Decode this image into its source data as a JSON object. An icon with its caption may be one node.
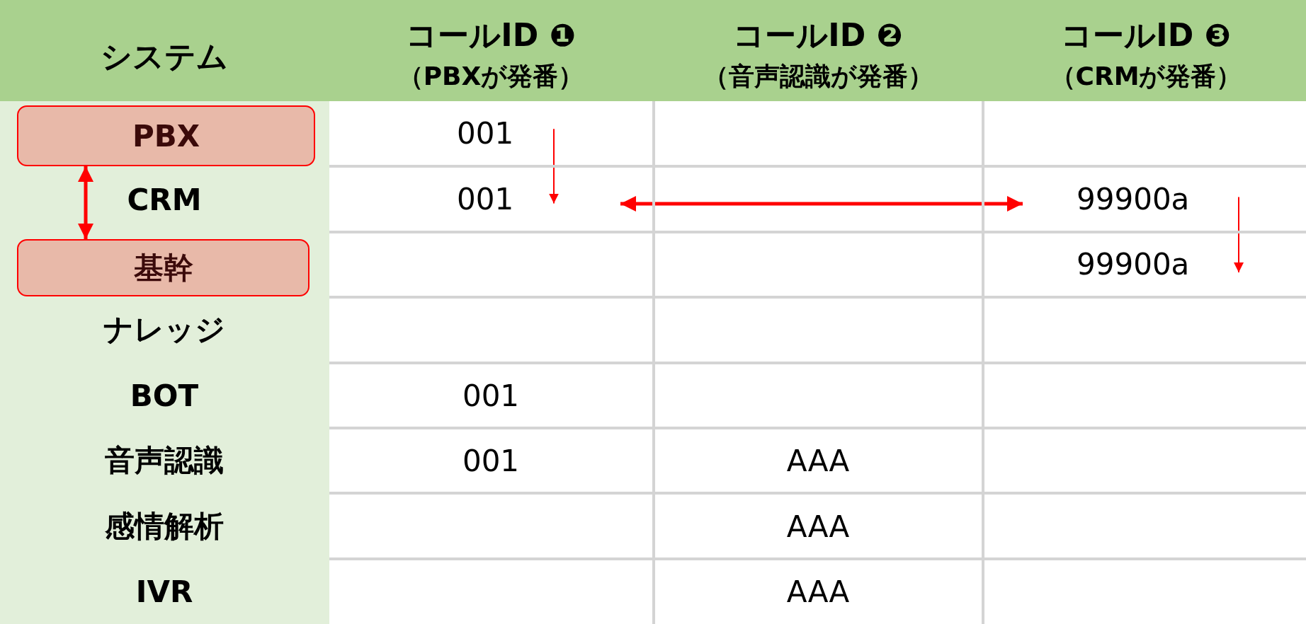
{
  "diagram": {
    "nodes": [
      {
        "text": [
          "PBX"
        ]
      },
      {
        "text": [
          "001"
        ]
      },
      {
        "text": [
          "001"
        ]
      },
      {
        "text": [
          "99900a"
        ]
      },
      {
        "text": [
          "基幹"
        ]
      },
      {
        "text": [
          "99900a"
        ]
      }
    ],
    "edges": [
      {
        "from": 0,
        "to": 4,
        "arrow": "both",
        "style": "thick"
      },
      {
        "from": 1,
        "to": 2,
        "arrow": "to"
      },
      {
        "from": 2,
        "to": 3,
        "arrow": "both",
        "style": "thick"
      },
      {
        "from": 3,
        "to": 5,
        "arrow": "to"
      }
    ],
    "labels": [
      "システム",
      "コールID ❶",
      "（PBXが発番）",
      "コールID ❷",
      "（音声認識が発番）",
      "コールID ❸",
      "（CRMが発番）",
      "CRM",
      "ナレッジ",
      "BOT",
      "001",
      "音声認識",
      "001",
      "AAA",
      "感情解析",
      "AAA",
      "IVR",
      "AAA"
    ]
  }
}
